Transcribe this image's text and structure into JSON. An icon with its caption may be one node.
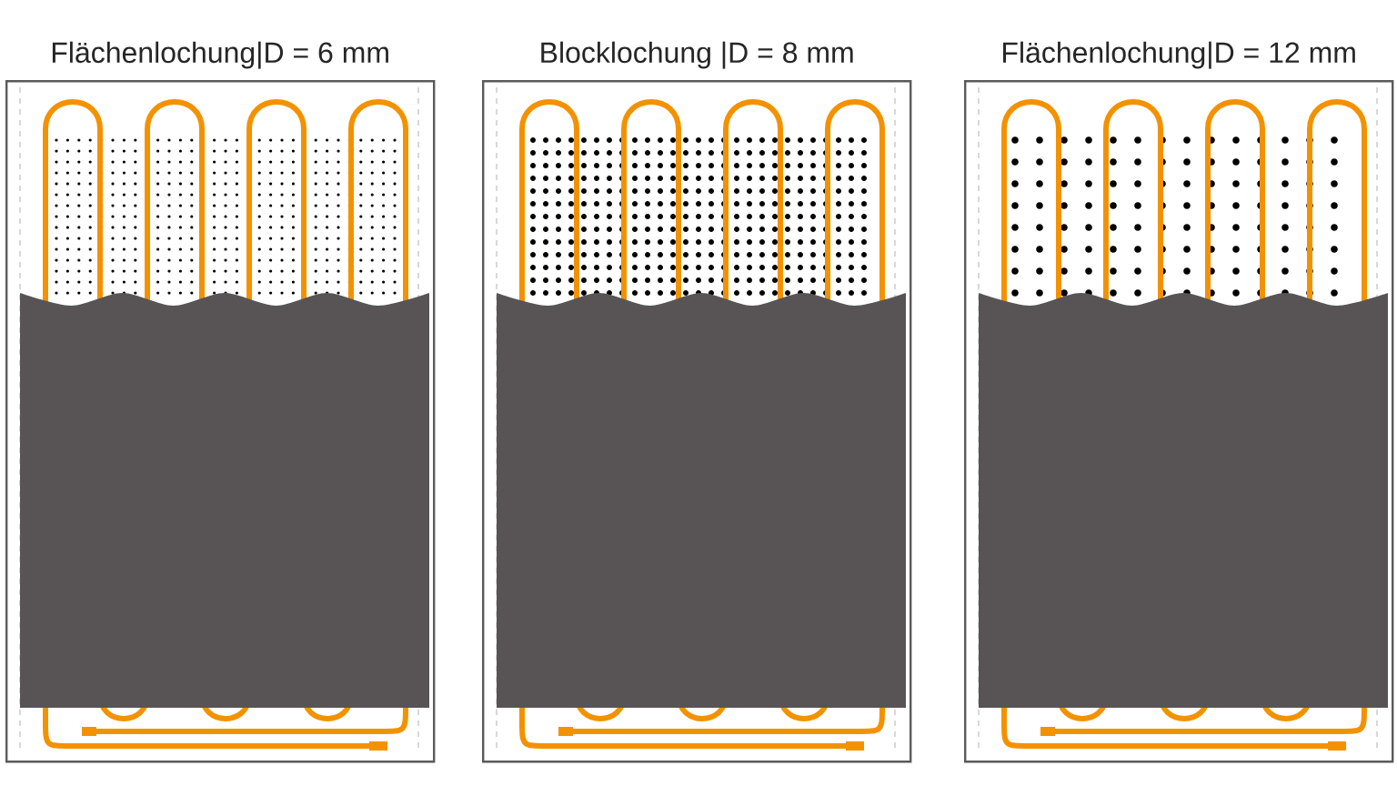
{
  "diagram": {
    "nodes": [
      {
        "text": [
          "Flächenlochung|D = 6 mm"
        ]
      },
      {
        "text": [
          "Blocklochung |D = 8 mm"
        ]
      },
      {
        "text": [
          "Flächenlochung|D = 12 mm"
        ]
      }
    ]
  }
}
